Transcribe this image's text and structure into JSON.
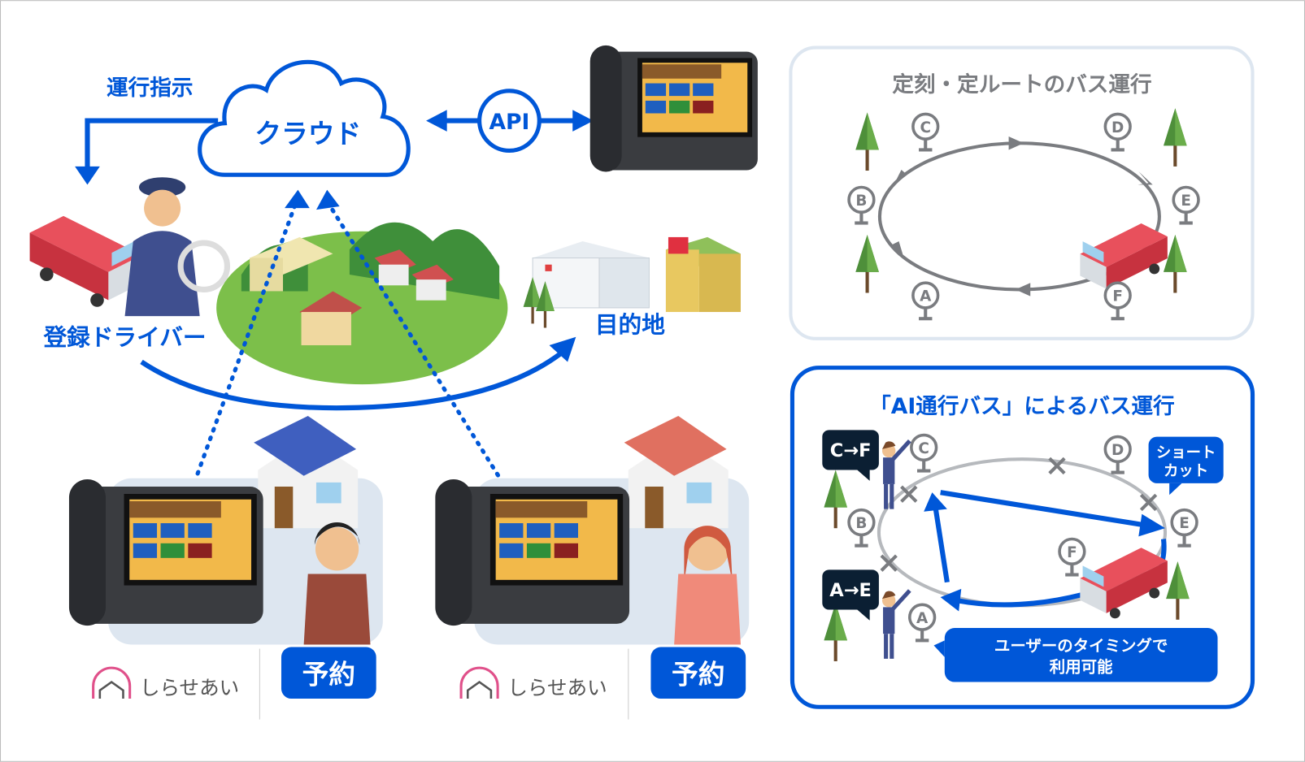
{
  "left": {
    "instruction_label": "運行指示",
    "cloud_label": "クラウド",
    "api_label": "API",
    "driver_label": "登録ドライバー",
    "destination_label": "目的地",
    "reserve_buttons": [
      "予約",
      "予約"
    ],
    "logo_text": "しらせあい"
  },
  "fixed_route": {
    "title": "定刻・定ルートのバス運行",
    "stops": [
      "A",
      "B",
      "C",
      "D",
      "E",
      "F"
    ]
  },
  "ai_route": {
    "title": "「AI通行バス」によるバス運行",
    "stops": [
      "A",
      "B",
      "C",
      "D",
      "E",
      "F"
    ],
    "request_1": "C→F",
    "request_2": "A→E",
    "shortcut_line1": "ショート",
    "shortcut_line2": "カット",
    "note_line1": "ユーザーのタイミングで",
    "note_line2": "利用可能"
  },
  "colors": {
    "blue": "#0057d8",
    "dark": "#0b1f33",
    "gray": "#7a7c80",
    "panel": "#dde6f0",
    "green": "#5a9a3c",
    "red": "#e0404e"
  }
}
